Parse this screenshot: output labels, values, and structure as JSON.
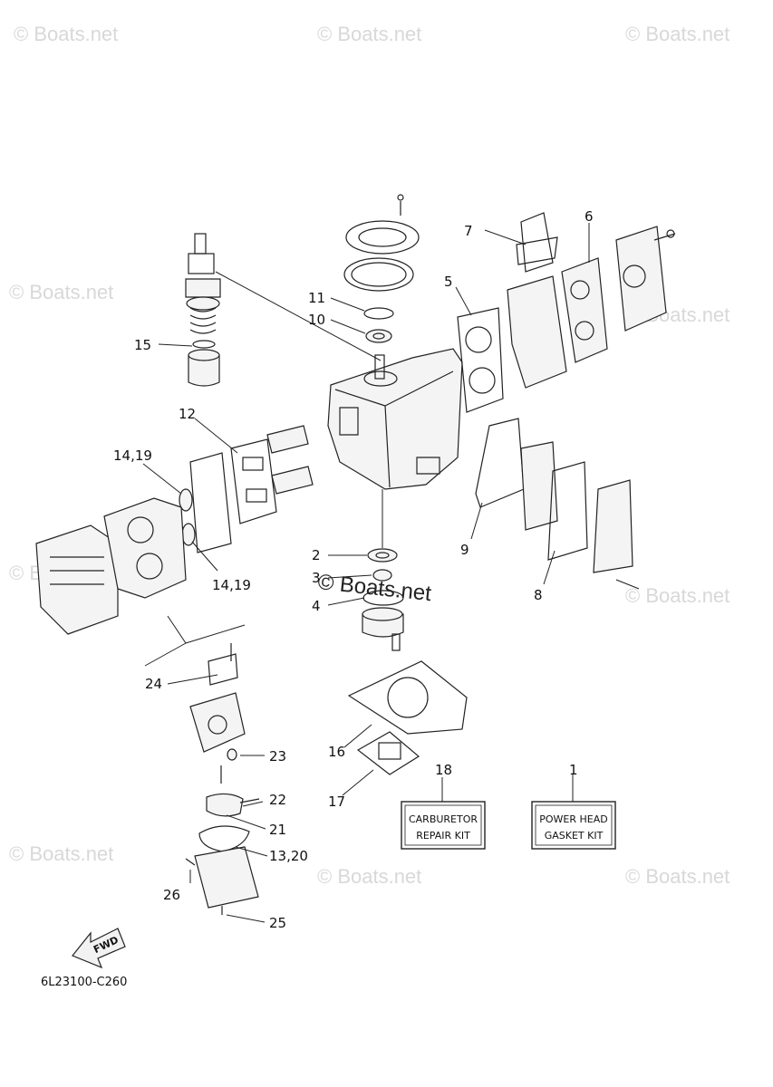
{
  "watermark": "© Boats.net",
  "diagram_code": "6L23100-C260",
  "fwd_label": "FWD",
  "kit_boxes": {
    "carburetor": {
      "line1": "CARBURETOR",
      "line2": "REPAIR KIT"
    },
    "powerhead": {
      "line1": "POWER HEAD",
      "line2": "GASKET KIT"
    }
  },
  "callouts": {
    "c1": "1",
    "c2": "2",
    "c3": "3",
    "c4": "4",
    "c5": "5",
    "c6": "6",
    "c7": "7",
    "c8": "8",
    "c9": "9",
    "c10": "10",
    "c11": "11",
    "c12": "12",
    "c14_19a": "14,19",
    "c14_19b": "14,19",
    "c15": "15",
    "c16": "16",
    "c17": "17",
    "c18": "18",
    "c21": "21",
    "c22": "22",
    "c23": "23",
    "c24": "24",
    "c25": "25",
    "c26": "26",
    "c13_20": "13,20"
  }
}
